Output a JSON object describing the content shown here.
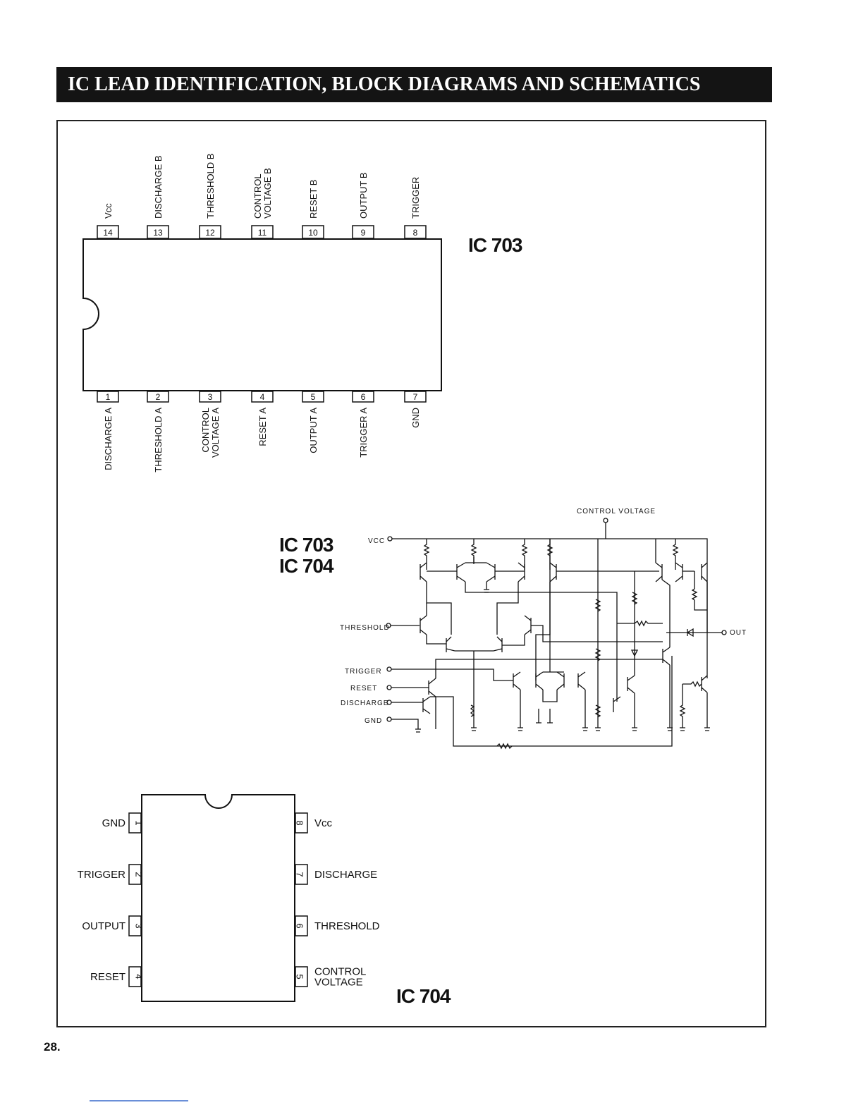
{
  "banner": {
    "title": "IC LEAD IDENTIFICATION, BLOCK DIAGRAMS AND SCHEMATICS"
  },
  "page_number": "28.",
  "ic703_pinout": {
    "title": "IC 703",
    "top_pins": [
      {
        "number": "14",
        "label": "Vcc"
      },
      {
        "number": "13",
        "label": "DISCHARGE B"
      },
      {
        "number": "12",
        "label": "THRESHOLD B"
      },
      {
        "number": "11",
        "label": [
          "CONTROL",
          "VOLTAGE B"
        ]
      },
      {
        "number": "10",
        "label": "RESET B"
      },
      {
        "number": "9",
        "label": "OUTPUT B"
      },
      {
        "number": "8",
        "label": "TRIGGER"
      }
    ],
    "bottom_pins": [
      {
        "number": "1",
        "label": "DISCHARGE A"
      },
      {
        "number": "2",
        "label": "THRESHOLD A"
      },
      {
        "number": "3",
        "label": [
          "CONTROL",
          "VOLTAGE A"
        ]
      },
      {
        "number": "4",
        "label": "RESET A"
      },
      {
        "number": "5",
        "label": "OUTPUT A"
      },
      {
        "number": "6",
        "label": "TRIGGER A"
      },
      {
        "number": "7",
        "label": "GND"
      }
    ]
  },
  "schematic": {
    "title_lines": [
      "IC 703",
      "IC 704"
    ],
    "labels": {
      "control_voltage": "CONTROL VOLTAGE",
      "vcc": "VCC",
      "threshold": "THRESHOLD",
      "trigger": "TRIGGER",
      "reset": "RESET",
      "discharge": "DISCHARGE",
      "gnd": "GND",
      "out": "OUT"
    }
  },
  "ic704_pinout": {
    "title": "IC 704",
    "left_pins": [
      {
        "number": "1",
        "label": "GND"
      },
      {
        "number": "2",
        "label": "TRIGGER"
      },
      {
        "number": "3",
        "label": "OUTPUT"
      },
      {
        "number": "4",
        "label": "RESET"
      }
    ],
    "right_pins": [
      {
        "number": "8",
        "label": [
          "Vcc"
        ]
      },
      {
        "number": "7",
        "label": [
          "DISCHARGE"
        ]
      },
      {
        "number": "6",
        "label": [
          "THRESHOLD"
        ]
      },
      {
        "number": "5",
        "label": [
          "CONTROL",
          "VOLTAGE"
        ]
      }
    ]
  }
}
